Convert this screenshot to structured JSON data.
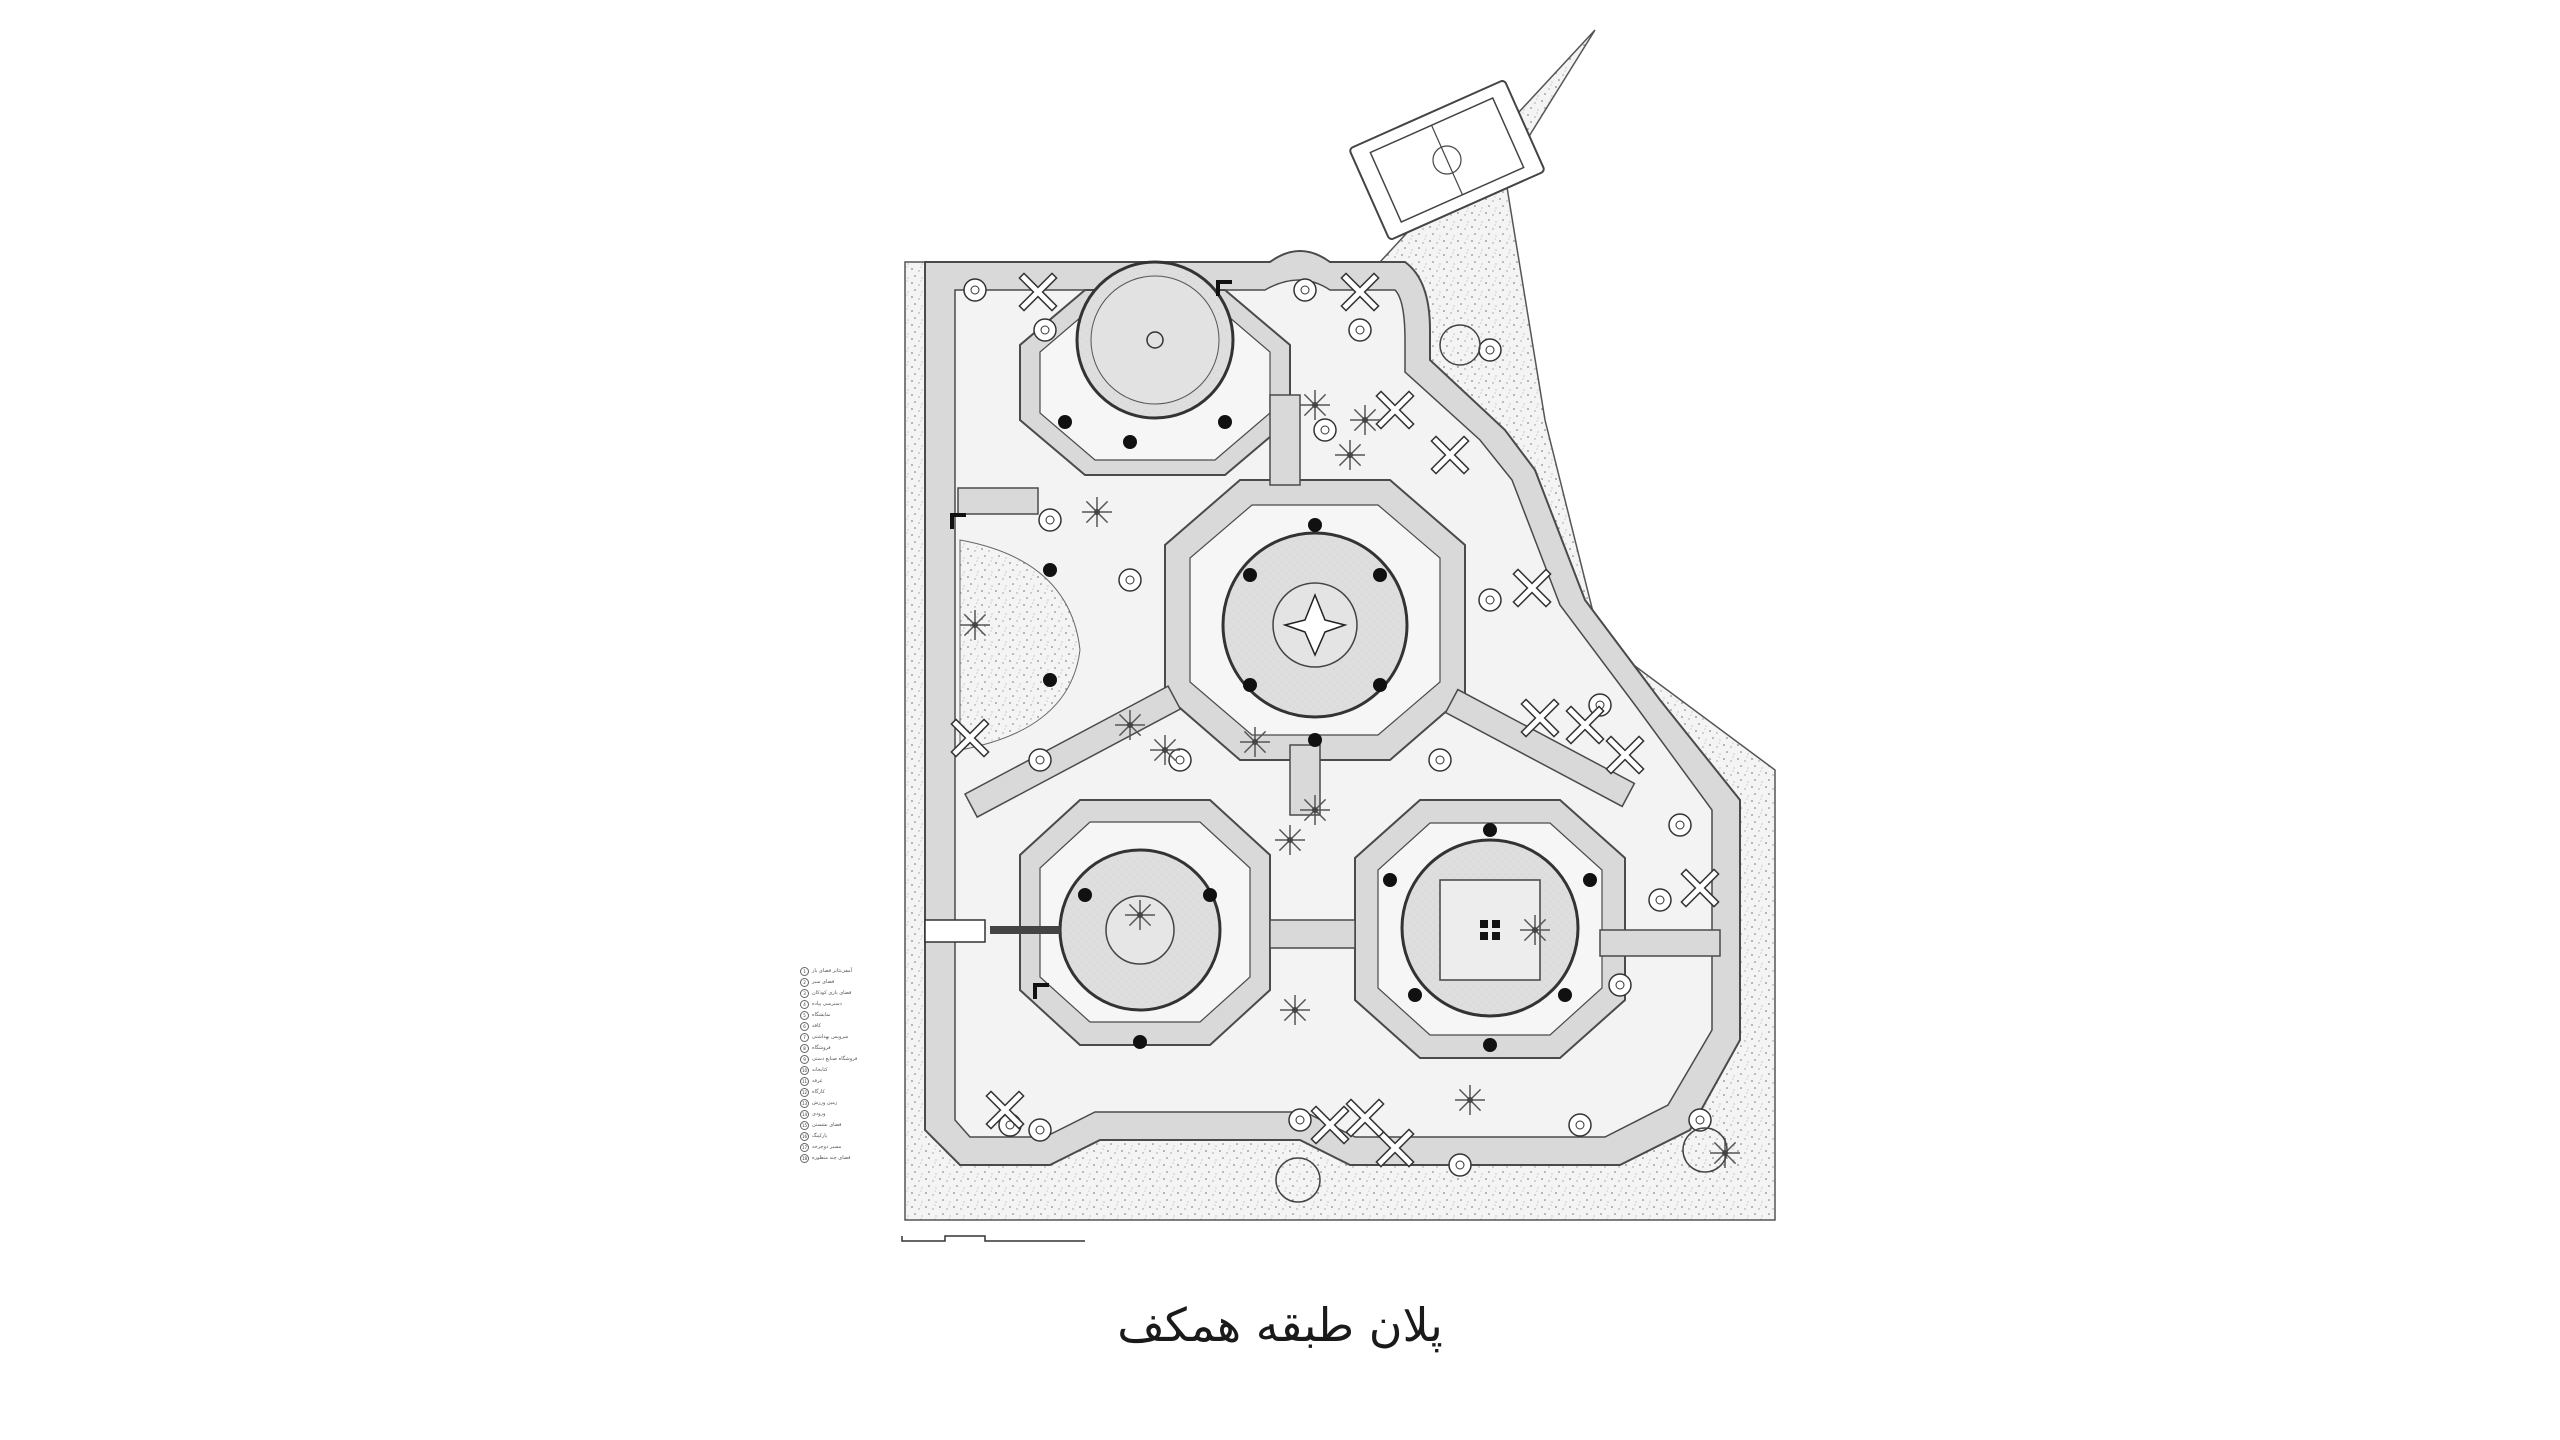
{
  "title": "پلان طبقه همکف",
  "legend": [
    {
      "num": "1",
      "label": "آمفی‌تئاتر فضای باز"
    },
    {
      "num": "2",
      "label": "فضای سبز"
    },
    {
      "num": "3",
      "label": "فضای بازی کودکان"
    },
    {
      "num": "4",
      "label": "دسترسی پیاده"
    },
    {
      "num": "5",
      "label": "نمایشگاه"
    },
    {
      "num": "6",
      "label": "کافه"
    },
    {
      "num": "7",
      "label": "سرویس بهداشتی"
    },
    {
      "num": "8",
      "label": "فروشگاه"
    },
    {
      "num": "9",
      "label": "فروشگاه صنایع دستی"
    },
    {
      "num": "10",
      "label": "کتابخانه"
    },
    {
      "num": "11",
      "label": "غرفه"
    },
    {
      "num": "12",
      "label": "کارگاه"
    },
    {
      "num": "13",
      "label": "زمین ورزش"
    },
    {
      "num": "14",
      "label": "ورودی"
    },
    {
      "num": "15",
      "label": "فضای نشستن"
    },
    {
      "num": "16",
      "label": "پارکینگ"
    },
    {
      "num": "17",
      "label": "مسیر دوچرخه"
    },
    {
      "num": "18",
      "label": "فضای چند منظوره"
    }
  ],
  "colors": {
    "corridor": "#d9d9d9",
    "sand": "#e9e9e9",
    "line": "#4a4a4a",
    "ink": "#111111",
    "background": "#ffffff"
  },
  "icons": [
    "palm-tree-icon",
    "cross-planter-icon",
    "tree-circle-icon",
    "dark-column-dot-icon"
  ]
}
